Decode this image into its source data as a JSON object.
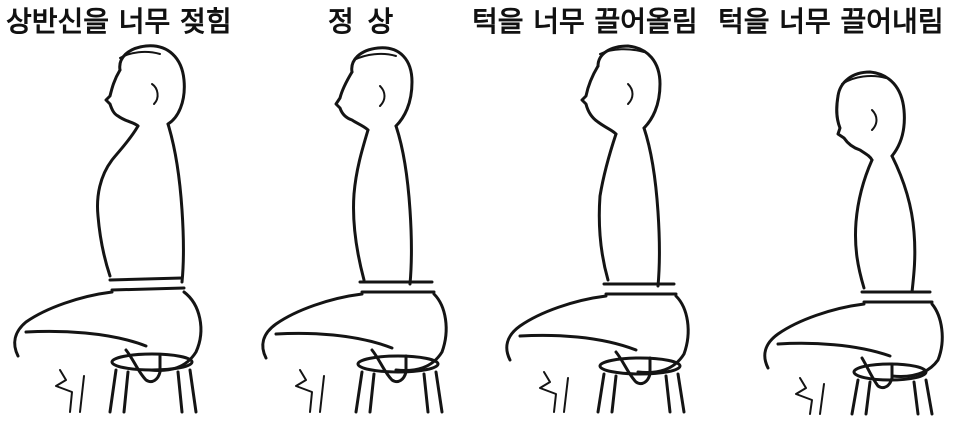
{
  "captions": [
    "상반신을 너무 젖힘",
    "정 상",
    "턱을 너무 끌어올림",
    "턱을 너무 끌어내림"
  ]
}
